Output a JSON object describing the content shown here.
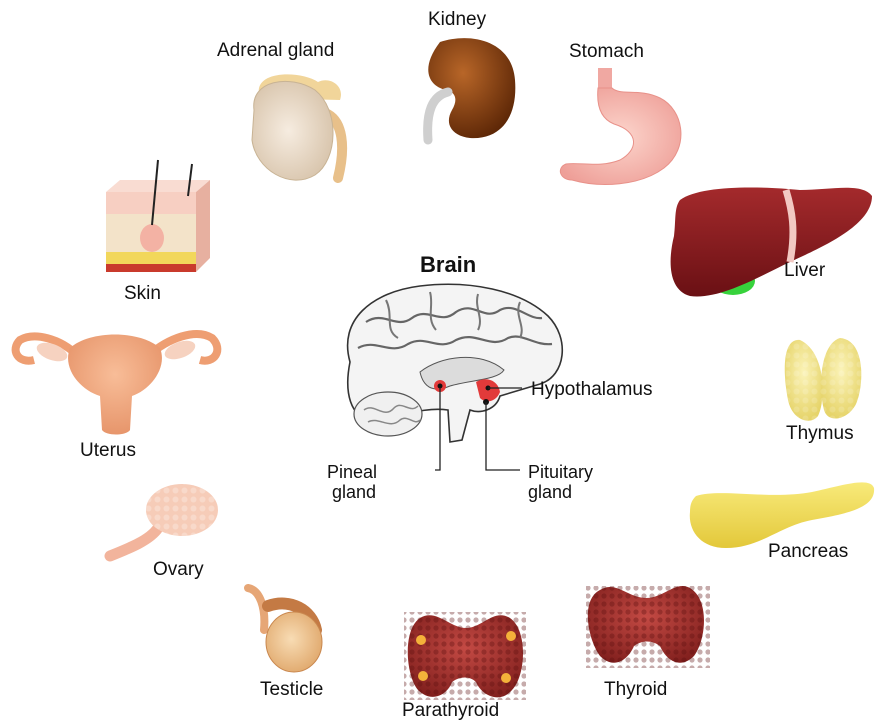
{
  "diagram": {
    "center": {
      "title": "Brain",
      "parts": {
        "hypothalamus": "Hypothalamus",
        "pineal_line1": "Pineal",
        "pineal_line2": "gland",
        "pituitary_line1": "Pituitary",
        "pituitary_line2": "gland"
      }
    },
    "organs": {
      "kidney": "Kidney",
      "adrenal_gland": "Adrenal gland",
      "stomach": "Stomach",
      "skin": "Skin",
      "liver": "Liver",
      "uterus": "Uterus",
      "thymus": "Thymus",
      "ovary": "Ovary",
      "pancreas": "Pancreas",
      "testicle": "Testicle",
      "parathyroid": "Parathyroid",
      "thyroid": "Thyroid"
    }
  },
  "colors": {
    "kidney": "#7a3a0f",
    "adrenal": "#f0d28a",
    "stomach": "#f6b6b0",
    "liver": "#8b1c1f",
    "gallbladder": "#37d23c",
    "thymus": "#f2e58c",
    "pancreas": "#f1dc55",
    "thyroid": "#a8312d",
    "uterus": "#f1a57a",
    "ovary": "#f5c9b5",
    "testicle": "#f1c08b",
    "skin": "#f7cfc2",
    "brain": "#f2f2f2",
    "marker": "#e23a3a"
  }
}
